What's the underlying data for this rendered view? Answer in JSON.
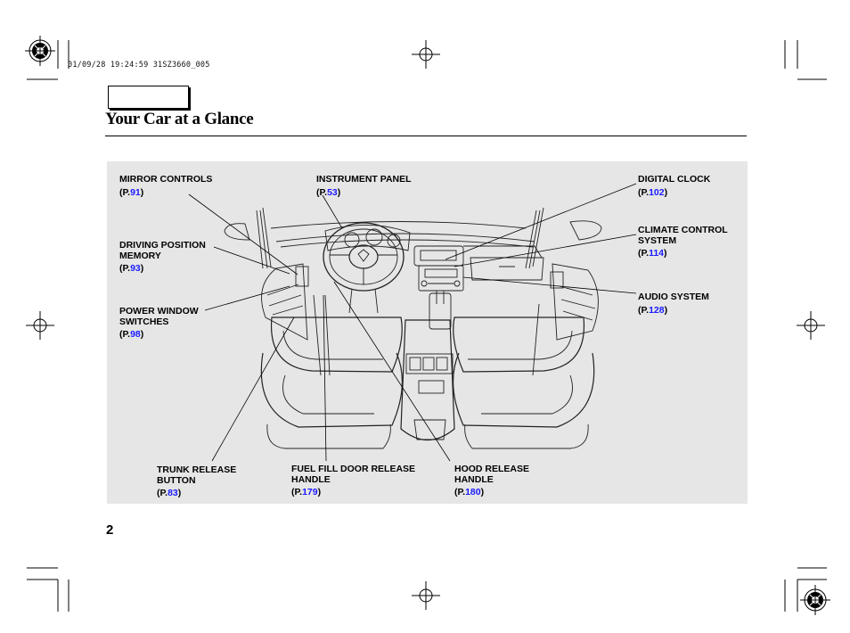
{
  "print_stamp": "01/09/28 19:24:59 31SZ3660_005",
  "page_title": "Your Car at a Glance",
  "page_number": "2",
  "colors": {
    "panel_background": "#e6e6e6",
    "page_ref_number": "#1a1aff",
    "text": "#000000"
  },
  "callouts": {
    "mirror_controls": {
      "label": "MIRROR CONTROLS",
      "p_prefix": "(P.",
      "page": "91",
      "p_suffix": ")"
    },
    "instrument_panel": {
      "label": "INSTRUMENT PANEL",
      "p_prefix": "(P.",
      "page": "53",
      "p_suffix": ")"
    },
    "digital_clock": {
      "label": "DIGITAL CLOCK",
      "p_prefix": "(P.",
      "page": "102",
      "p_suffix": ")"
    },
    "driving_position_memory": {
      "label": "DRIVING POSITION\nMEMORY",
      "p_prefix": "(P.",
      "page": "93",
      "p_suffix": ")"
    },
    "climate_control_system": {
      "label": "CLIMATE CONTROL\nSYSTEM",
      "p_prefix": "(P.",
      "page": "114",
      "p_suffix": ")"
    },
    "power_window_switches": {
      "label": "POWER WINDOW\nSWITCHES",
      "p_prefix": "(P.",
      "page": "98",
      "p_suffix": ")"
    },
    "audio_system": {
      "label": "AUDIO SYSTEM",
      "p_prefix": "(P.",
      "page": "128",
      "p_suffix": ")"
    },
    "trunk_release_button": {
      "label": "TRUNK RELEASE\nBUTTON",
      "p_prefix": "(P.",
      "page": "83",
      "p_suffix": ")"
    },
    "fuel_fill_door_release_handle": {
      "label": "FUEL FILL DOOR RELEASE\nHANDLE",
      "p_prefix": "(P.",
      "page": "179",
      "p_suffix": ")"
    },
    "hood_release_handle": {
      "label": "HOOD RELEASE\nHANDLE",
      "p_prefix": "(P.",
      "page": "180",
      "p_suffix": ")"
    }
  }
}
